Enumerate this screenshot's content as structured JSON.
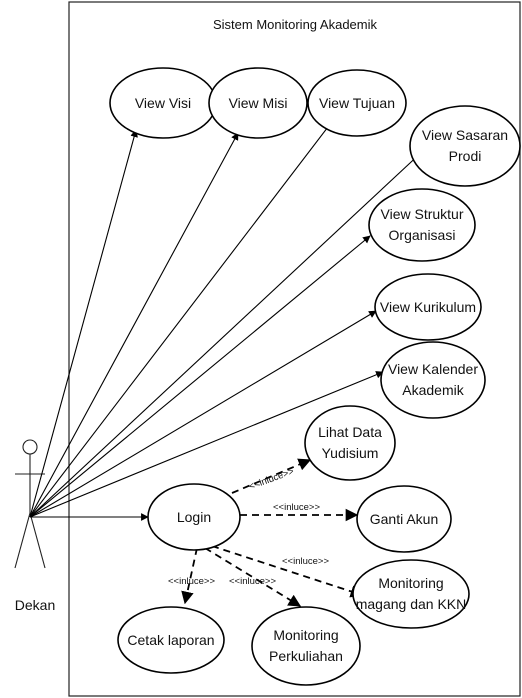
{
  "system": {
    "title": "Sistem Monitoring Akademik"
  },
  "actor": {
    "name": "Dekan"
  },
  "use_cases": {
    "view_visi": [
      "View Visi"
    ],
    "view_misi": [
      "View Misi"
    ],
    "view_tujuan": [
      "View Tujuan"
    ],
    "view_sasaran": [
      "View Sasaran",
      "Prodi"
    ],
    "view_struktur": [
      "View Struktur",
      "Organisasi"
    ],
    "view_kurikulum": [
      "View Kurikulum"
    ],
    "view_kalender": [
      "View Kalender",
      "Akademik"
    ],
    "lihat_yudisium": [
      "Lihat Data",
      "Yudisium"
    ],
    "login": [
      "Login"
    ],
    "ganti_akun": [
      "Ganti Akun"
    ],
    "monitoring_magang": [
      "Monitoring",
      "magang dan KKN"
    ],
    "cetak_laporan": [
      "Cetak laporan"
    ],
    "monitoring_perkuliahan": [
      "Monitoring",
      "Perkuliahan"
    ]
  },
  "include_labels": {
    "to_yudisium": "<<inluce>>",
    "to_ganti_akun": "<<inluce>>",
    "to_magang": "<<inluce>>",
    "to_cetak": "<<inluce>>",
    "to_perkuliahan": "<<inluce>>"
  }
}
